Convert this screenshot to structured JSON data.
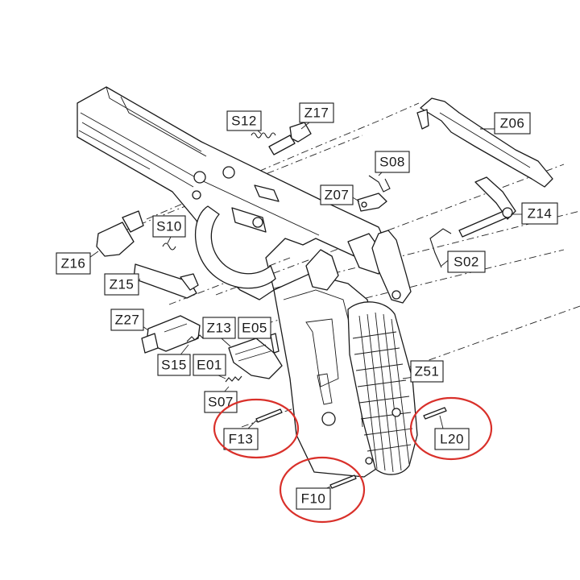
{
  "highlight_color": "#d9302a",
  "line_color": "#1a1a1a",
  "labels": {
    "S12": "S12",
    "Z17": "Z17",
    "Z06": "Z06",
    "S08": "S08",
    "Z07": "Z07",
    "Z14": "Z14",
    "S10": "S10",
    "Z16": "Z16",
    "Z15": "Z15",
    "S02": "S02",
    "Z27": "Z27",
    "Z13": "Z13",
    "E05": "E05",
    "S15": "S15",
    "E01": "E01",
    "Z51": "Z51",
    "S07": "S07",
    "F13": "F13",
    "L20": "L20",
    "F10": "F10"
  },
  "icons": {
    "frame": "pistol-frame-icon",
    "grip": "grip-panel-icon",
    "pin": "pin-icon",
    "spring": "spring-icon"
  }
}
